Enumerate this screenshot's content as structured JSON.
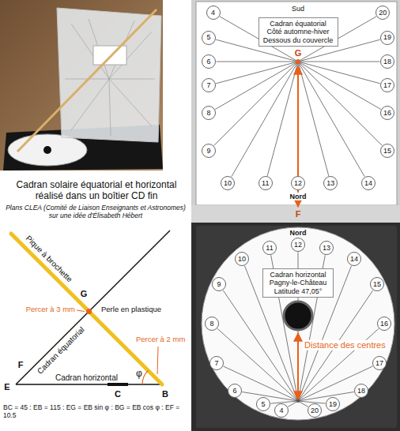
{
  "diagram": {
    "title": "Cadran solaire équatorial et horizontal réalisé dans un boîtier CD fin",
    "nodes": [
      {
        "text": [
          "Cadran équatorial Côté automne-hiver Dessous du couvercle"
        ]
      },
      {
        "text": [
          "4"
        ]
      },
      {
        "text": [
          "5"
        ]
      },
      {
        "text": [
          "6"
        ]
      },
      {
        "text": [
          "7"
        ]
      },
      {
        "text": [
          "8"
        ]
      },
      {
        "text": [
          "9"
        ]
      },
      {
        "text": [
          "10"
        ]
      },
      {
        "text": [
          "11"
        ]
      },
      {
        "text": [
          "12"
        ]
      },
      {
        "text": [
          "13"
        ]
      },
      {
        "text": [
          "14"
        ]
      },
      {
        "text": [
          "15"
        ]
      },
      {
        "text": [
          "16"
        ]
      },
      {
        "text": [
          "17"
        ]
      },
      {
        "text": [
          "18"
        ]
      },
      {
        "text": [
          "19"
        ]
      },
      {
        "text": [
          "20"
        ]
      },
      {
        "text": [
          "Cadran horizontal Pagny-le-Château Latitude 47,05°"
        ]
      },
      {
        "text": [
          "4"
        ]
      },
      {
        "text": [
          "5"
        ]
      },
      {
        "text": [
          "6"
        ]
      },
      {
        "text": [
          "7"
        ]
      },
      {
        "text": [
          "8"
        ]
      },
      {
        "text": [
          "9"
        ]
      },
      {
        "text": [
          "10"
        ]
      },
      {
        "text": [
          "11"
        ]
      },
      {
        "text": [
          "12"
        ]
      },
      {
        "text": [
          "13"
        ]
      },
      {
        "text": [
          "14"
        ]
      },
      {
        "text": [
          "15"
        ]
      },
      {
        "text": [
          "16"
        ]
      },
      {
        "text": [
          "17"
        ]
      },
      {
        "text": [
          "18"
        ]
      },
      {
        "text": [
          "19"
        ]
      },
      {
        "text": [
          "20"
        ]
      }
    ],
    "labels": [
      "Plans CLEA (Comité de Liaison Enseignants et Astronomes) sur une idée d'Élisabeth Hébert",
      "Pique à brochette",
      "G",
      "Percer à 3 mm",
      "Perle en plastique",
      "Cadran équatorial",
      "Percer à 2 mm",
      "φ",
      "F",
      "E",
      "C",
      "B",
      "Cadran horizontal",
      "BC = 45 : EB = 115 : EG = EB sin φ : BG = EB cos φ : EF = 10.5",
      "Sud",
      "G",
      "Nord",
      "F",
      "Nord",
      "Distance des centres"
    ]
  }
}
